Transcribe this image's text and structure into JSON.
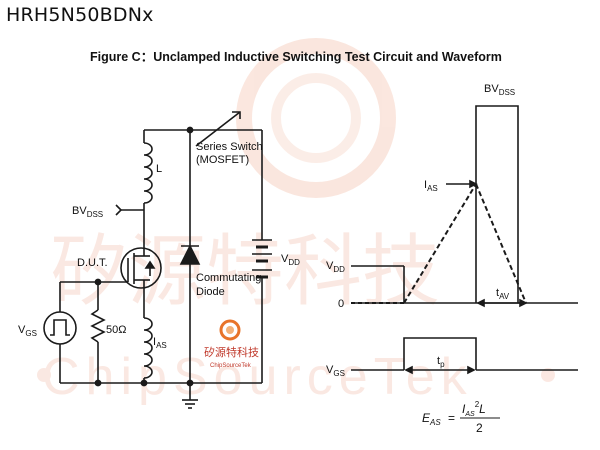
{
  "page": {
    "part_number": "HRH5N50BDNx",
    "figure_title": "Figure C：Unclamped Inductive Switching Test Circuit and Waveform"
  },
  "circuit": {
    "series_switch_label_1": "Series Switch",
    "series_switch_label_2": "(MOSFET)",
    "inductor_label": "L",
    "bvdss_label": "BV",
    "bvdss_sub": "DSS",
    "dut_label": "D.U.T.",
    "vgs_label": "V",
    "vgs_sub": "GS",
    "resistor_label": "50Ω",
    "ias_label": "I",
    "ias_sub": "AS",
    "vdd_label": "V",
    "vdd_sub": "DD",
    "diode_label_1": "Commutating",
    "diode_label_2": "Diode"
  },
  "waveform": {
    "bvdss_label": "BV",
    "bvdss_sub": "DSS",
    "ias_label": "I",
    "ias_sub": "AS",
    "vdd_label": "V",
    "vdd_sub": "DD",
    "zero_label": "0",
    "tav_label": "t",
    "tav_sub": "AV",
    "vgs_label": "V",
    "vgs_sub": "GS",
    "tp_label": "t",
    "tp_sub": "p",
    "formula_lhs": "E",
    "formula_lhs_sub": "AS",
    "formula_equals": "=",
    "formula_num_i": "I",
    "formula_num_sub": "AS",
    "formula_num_exp": "2",
    "formula_num_l": "L",
    "formula_den": "2"
  },
  "watermark": {
    "chinese_text": "矽源特科技",
    "latin_text": "ChipSourceTek",
    "logo_text_cn": "矽源特科技",
    "logo_text_en": "ChipSourceTek"
  },
  "colors": {
    "line": "#1a1a1a",
    "text": "#111111",
    "watermark": "#f6d6cc",
    "logo_accent": "#e8742a"
  }
}
